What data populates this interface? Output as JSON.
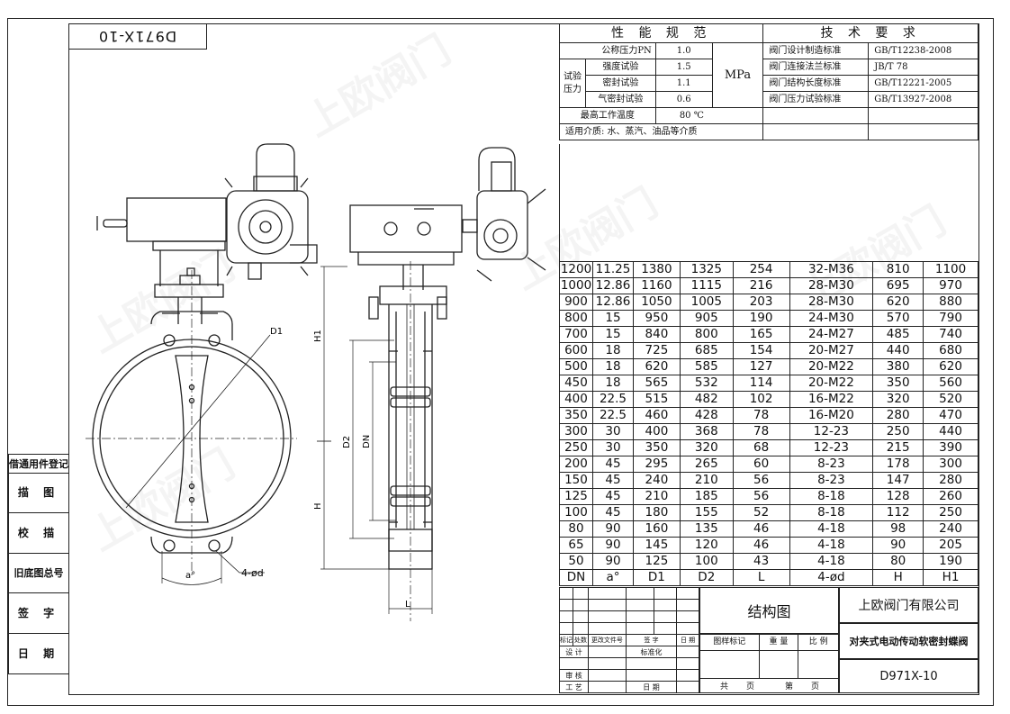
{
  "drawing_code": "D971X-10",
  "spec_table": {
    "perf_title": "性 能 规 范",
    "tech_title": "技 术 要 求",
    "rows": [
      {
        "label": "公称压力PN",
        "value": "1.0",
        "std_label": "阀门设计制造标准",
        "std_value": "GB/T12238-2008"
      },
      {
        "label": "强度试验",
        "value": "1.5",
        "std_label": "阀门连接法兰标准",
        "std_value": "JB/T 78"
      },
      {
        "label": "密封试验",
        "value": "1.1",
        "std_label": "阀门结构长度标准",
        "std_value": "GB/T12221-2005"
      },
      {
        "label": "气密封试验",
        "value": "0.6",
        "std_label": "阀门压力试验标准",
        "std_value": "GB/T13927-2008"
      }
    ],
    "test_group": "试验压力",
    "unit": "MPa",
    "max_temp_label": "最高工作温度",
    "max_temp_value": "80 ℃",
    "medium": "适用介质: 水、蒸汽、油品等介质"
  },
  "dim_table": {
    "headers": [
      "DN",
      "a°",
      "D1",
      "D2",
      "L",
      "4-ød",
      "H",
      "H1"
    ],
    "rows": [
      [
        "1200",
        "11.25",
        "1380",
        "1325",
        "254",
        "32-M36",
        "810",
        "1100"
      ],
      [
        "1000",
        "12.86",
        "1160",
        "1115",
        "216",
        "28-M30",
        "695",
        "970"
      ],
      [
        "900",
        "12.86",
        "1050",
        "1005",
        "203",
        "28-M30",
        "620",
        "880"
      ],
      [
        "800",
        "15",
        "950",
        "905",
        "190",
        "24-M30",
        "570",
        "790"
      ],
      [
        "700",
        "15",
        "840",
        "800",
        "165",
        "24-M27",
        "485",
        "740"
      ],
      [
        "600",
        "18",
        "725",
        "685",
        "154",
        "20-M27",
        "440",
        "680"
      ],
      [
        "500",
        "18",
        "620",
        "585",
        "127",
        "20-M22",
        "380",
        "620"
      ],
      [
        "450",
        "18",
        "565",
        "532",
        "114",
        "20-M22",
        "350",
        "560"
      ],
      [
        "400",
        "22.5",
        "515",
        "482",
        "102",
        "16-M22",
        "320",
        "520"
      ],
      [
        "350",
        "22.5",
        "460",
        "428",
        "78",
        "16-M20",
        "280",
        "470"
      ],
      [
        "300",
        "30",
        "400",
        "368",
        "78",
        "12-23",
        "250",
        "440"
      ],
      [
        "250",
        "30",
        "350",
        "320",
        "68",
        "12-23",
        "215",
        "390"
      ],
      [
        "200",
        "45",
        "295",
        "265",
        "60",
        "8-23",
        "178",
        "300"
      ],
      [
        "150",
        "45",
        "240",
        "210",
        "56",
        "8-23",
        "147",
        "280"
      ],
      [
        "125",
        "45",
        "210",
        "185",
        "56",
        "8-18",
        "128",
        "260"
      ],
      [
        "100",
        "45",
        "180",
        "155",
        "52",
        "8-18",
        "112",
        "250"
      ],
      [
        "80",
        "90",
        "160",
        "135",
        "46",
        "4-18",
        "98",
        "240"
      ],
      [
        "65",
        "90",
        "145",
        "120",
        "46",
        "4-18",
        "90",
        "205"
      ],
      [
        "50",
        "90",
        "125",
        "100",
        "43",
        "4-18",
        "80",
        "190"
      ]
    ]
  },
  "side_labels": [
    "借通用件登记",
    "描 图",
    "校 描",
    "旧底图总号",
    "签 字",
    "日 期"
  ],
  "title_block": {
    "drawing_name": "结构图",
    "company": "上欧阀门有限公司",
    "product": "对夹式电动传动软密封蝶阀",
    "code": "D971X-10",
    "rev_headers": [
      "标记",
      "处数",
      "更改文件号",
      "签 字",
      "日 期"
    ],
    "design": "设 计",
    "standardize": "标准化",
    "review": "审 核",
    "process": "工 艺",
    "date": "日 期",
    "stage_mark": "图样标记",
    "weight": "重 量",
    "scale": "比 例",
    "total": "共",
    "sheet_unit": "页",
    "sheet": "第"
  },
  "dims": {
    "D1": "D1",
    "H1": "H1",
    "H": "H",
    "D2": "D2",
    "DN": "DN",
    "L": "L",
    "a": "a°",
    "bolts": "4-ød"
  },
  "watermark": "上欧阀门"
}
